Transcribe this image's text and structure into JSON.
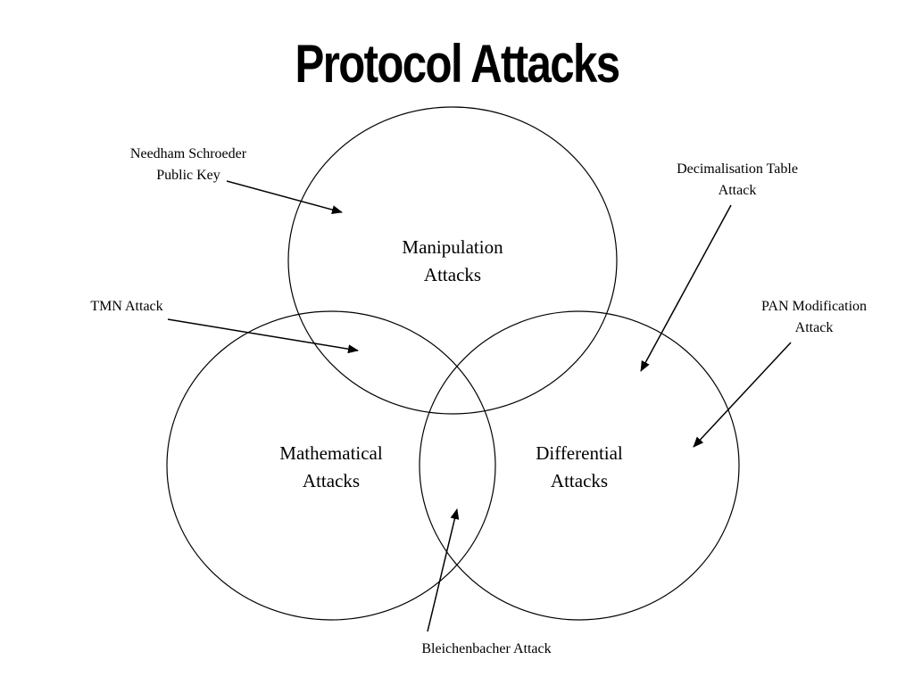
{
  "title": "Protocol Attacks",
  "sets": {
    "manipulation": {
      "line1": "Manipulation",
      "line2": "Attacks"
    },
    "mathematical": {
      "line1": "Mathematical",
      "line2": "Attacks"
    },
    "differential": {
      "line1": "Differential",
      "line2": "Attacks"
    }
  },
  "callouts": {
    "needham": {
      "line1": "Needham Schroeder",
      "line2": "Public Key"
    },
    "decimalisation": {
      "line1": "Decimalisation Table",
      "line2": "Attack"
    },
    "tmn": {
      "line1": "TMN Attack"
    },
    "pan": {
      "line1": "PAN Modification",
      "line2": "Attack"
    },
    "bleichenbacher": {
      "line1": "Bleichenbacher Attack"
    }
  },
  "colors": {
    "stroke": "#000000",
    "background": "#ffffff"
  }
}
